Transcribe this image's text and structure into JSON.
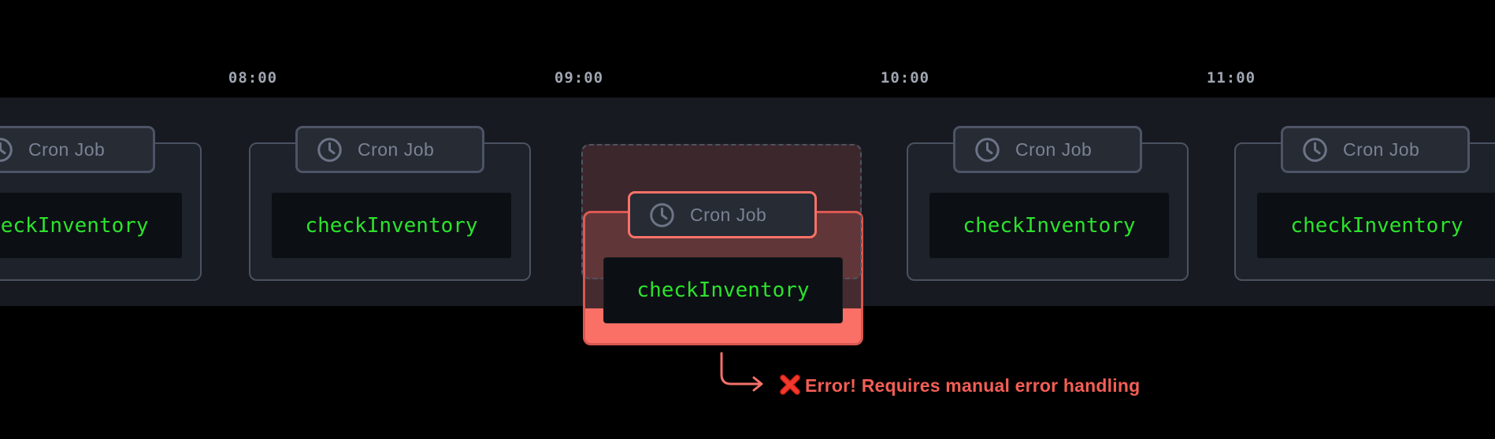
{
  "timeline": {
    "times": [
      "08:00",
      "09:00",
      "10:00",
      "11:00"
    ]
  },
  "cards": [
    {
      "badge_label": "Cron Job",
      "function_name": "checkInventory"
    },
    {
      "badge_label": "Cron Job",
      "function_name": "checkInventory"
    },
    {
      "badge_label": "Cron Job",
      "function_name": "checkInventory"
    },
    {
      "badge_label": "Cron Job",
      "function_name": "checkInventory"
    }
  ],
  "error_card": {
    "badge_label": "Cron Job",
    "function_name": "checkInventory",
    "message": "Error! Requires manual error handling"
  },
  "icons": {
    "badge_icon": "clock-icon",
    "error_icon": "cross-mark-icon"
  },
  "colors": {
    "band": "#171a21",
    "code_green": "#2ce32c",
    "error_salmon": "#fb7268",
    "error_text": "#f35e55",
    "cross_red": "#dd2217"
  }
}
